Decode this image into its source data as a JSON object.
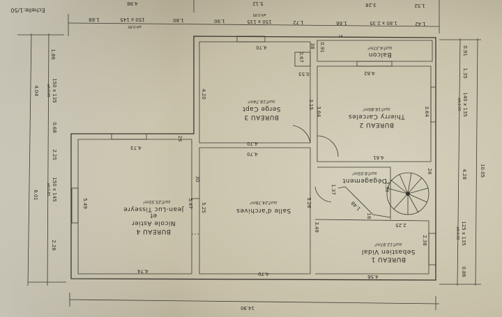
{
  "scale": "Echelle:1/50",
  "top_dims_outer": [
    "4.98",
    "5.12",
    "3.28",
    "1.52"
  ],
  "top_dims_inner": [
    "1.68",
    "150 x 145",
    "alt:0.85",
    "1.80",
    "1.90",
    "150 x 135",
    "alt:0.85",
    "1.72",
    "1.66",
    "1.80 x 2.35",
    "1.42"
  ],
  "left_dims_outer": [
    "4.04",
    "6.01"
  ],
  "left_dims_inner": [
    "1.86",
    "150 x 135",
    "alt:0.95",
    "0.68",
    "2.25",
    "150 x 145",
    "alt:0.85",
    "2.26"
  ],
  "right_dims_inner": [
    "0.91",
    "1.35",
    "140 x 135",
    "alt:0.95",
    "4.28",
    "125 x 135",
    "alt:0.95",
    "0.86"
  ],
  "right_dims_outer": [
    "10.05"
  ],
  "bottom_dim": "14.90",
  "rooms": {
    "bureau3": {
      "name": "BUREAU 3",
      "occupant": "Serge Capt",
      "surface": "surf:18.74m²"
    },
    "bureau2": {
      "name": "BUREAU 2",
      "occupant": "Thierry Carceles",
      "surface": "surf:16.80m²"
    },
    "balcon": {
      "name": "Balcon",
      "surface": "surf:4.37m²"
    },
    "bureau4": {
      "name": "BUREAU 4",
      "occupant1": "Nicole Astier",
      "and": "et",
      "occupant2": "Jean-Luc Tisseyre",
      "surface": "surf:25.55m²"
    },
    "archives": {
      "name": "Salle d'archives",
      "surface": "surf:24.78m²"
    },
    "degagement": {
      "name": "Dégagement",
      "surface": "surf:8.05m²"
    },
    "bureau1": {
      "name": "BUREAU 1",
      "occupant": "Sebastien Vidal",
      "surface": "surf:12.97m²"
    }
  },
  "inner_dims": [
    "4.70",
    "0.91",
    "0.67",
    "0.53",
    "4.20",
    "3.15",
    "3.64",
    "3.64",
    "4.62",
    "4.70",
    "4.70",
    "4.61",
    "4.73",
    "26",
    "30",
    "5.49",
    "5.47",
    "5.25",
    "5.26",
    "3.49",
    "4.74",
    "4.70",
    "1.37",
    "1.48",
    "16",
    "2.30",
    "2.25",
    "2.38",
    "4.56",
    "26",
    "5",
    "38"
  ]
}
